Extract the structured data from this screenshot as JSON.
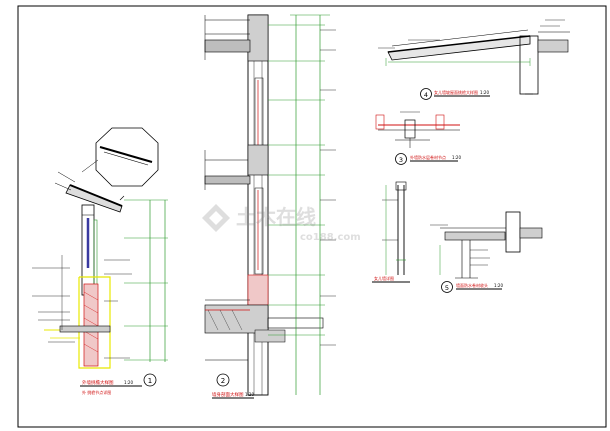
{
  "sheet": {
    "background": "#ffffff",
    "line_color": "#000000",
    "dim_color": "#2e9a2e",
    "accent_yellow": "#e8e800",
    "accent_red": "#d01010",
    "highlight_blue": "#3a3aa0"
  },
  "details": {
    "d1": {
      "number": "1",
      "title": "外墙挑檐大样图",
      "scale": "1:20",
      "subtitle": "外 挑檐节点详图"
    },
    "d2": {
      "number": "2",
      "title": "墙身剖面大样图",
      "scale": "1:20"
    },
    "d3": {
      "number": "3",
      "title": "外墙防水层卷材节点",
      "scale": "1:20"
    },
    "d4": {
      "number": "4",
      "title": "女儿墙坡屋面挑檐大样图",
      "scale": "1:20"
    },
    "d5": {
      "number": "5",
      "title": "墙面防水卷材收头",
      "scale": "1:20"
    },
    "d6": {
      "title": "女儿墙详图"
    }
  },
  "watermark": {
    "cn": "土木在线",
    "en": "co188.com"
  }
}
